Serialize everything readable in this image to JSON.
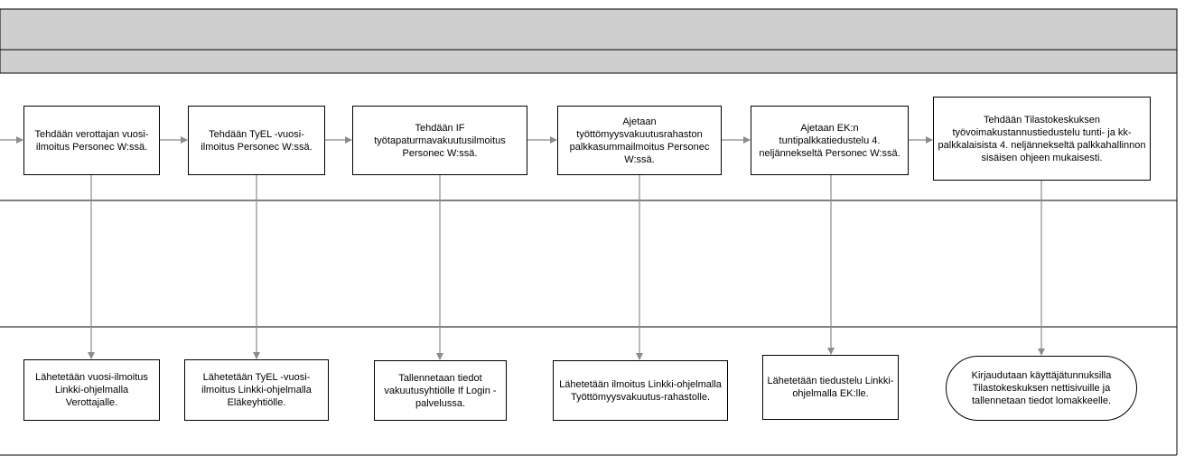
{
  "process_steps": [
    "Tehdään verottajan vuosi-ilmoitus Personec W:ssä.",
    "Tehdään TyEL -vuosi-ilmoitus Personec W:ssä.",
    "Tehdään IF työtapaturmavakuutusilmoitus Personec W:ssä.",
    "Ajetaan työttömyysvakuutusrahaston palkkasummailmoitus Personec W:ssä.",
    "Ajetaan EK:n tuntipalkkatiedustelu 4. neljännekseltä Personec W:ssä.",
    "Tehdään Tilastokeskuksen työvoimakustannustiedustelu tunti- ja kk-palkkalaisista 4. neljännekseltä palkkahallinnon sisäisen ohjeen mukaisesti."
  ],
  "submit_steps": [
    "Lähetetään vuosi-ilmoitus Linkki-ohjelmalla Verottajalle.",
    "Lähetetään TyEL -vuosi-ilmoitus Linkki-ohjelmalla Eläkeyhtiölle.",
    "Tallennetaan tiedot vakuutusyhtiölle If Login -palvelussa.",
    "Lähetetään ilmoitus Linkki-ohjelmalla Työttömyysvakuutus-rahastolle.",
    "Lähetetään tiedustelu Linkki-ohjelmalla EK:lle.",
    "Kirjaudutaan käyttäjätunnuksilla Tilastokeskuksen nettisivuille ja tallennetaan tiedot lomakkeelle."
  ],
  "colors": {
    "header_fill": "#cfcfcf",
    "line": "#000000",
    "connector": "#8c8c8c"
  }
}
